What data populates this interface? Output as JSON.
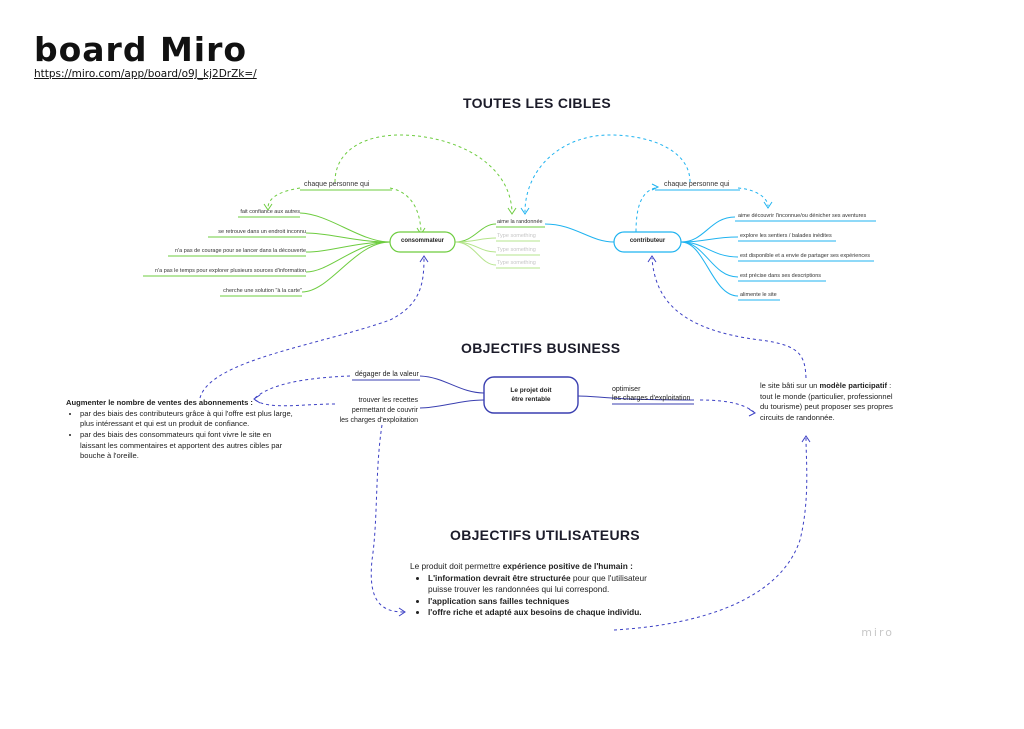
{
  "board": {
    "title": "board Miro",
    "url": "https://miro.com/app/board/o9J_kj2DrZk=/"
  },
  "sections": {
    "cibles": "TOUTES LES CIBLES",
    "business": "OBJECTIFS BUSINESS",
    "utilisateurs": "OBJECTIFS UTILISATEURS"
  },
  "cibles": {
    "chaque_left": "chaque personne qui",
    "chaque_right": "chaque personne qui",
    "consommateur": "consommateur",
    "contributeur": "contributeur",
    "consommateur_items": [
      "fait confiance aux autres",
      "se retrouve dans un endroit inconnu",
      "n'a pas de courage pour se lancer dans la découverte",
      "n'a pas le temps pour explorer plusieurs sources d'information",
      "cherche une solution \"à la carte\""
    ],
    "contributeur_items": [
      "aime découvrir l'inconnue/ou dénicher ses aventures",
      "explore les sentiers / balades inédites",
      "est disponible et a envie de partager ses expériences",
      "est précise dans ses descriptions",
      "alimente le site"
    ],
    "shared_items": [
      "aime la randonnée",
      "Type something",
      "Type something",
      "Type something"
    ]
  },
  "business": {
    "center": [
      "Le projet doit",
      "être rentable"
    ],
    "degager": "dégager de la valeur",
    "trouver": [
      "trouver les recettes",
      "permettant de couvrir",
      "les charges d'exploitation"
    ],
    "optimiser": [
      "optimiser",
      "les charges d'exploitation"
    ],
    "left_block": {
      "heading": "Augmenter le nombre de ventes des abonnements :",
      "bullets": [
        "par des biais des contributeurs grâce à qui l'offre est plus large, plus intéressant et qui est un produit de confiance.",
        "par des biais des consommateurs qui font vivre le site en laissant les  commentaires et apportent des autres cibles par bouche à l'oreille."
      ]
    },
    "right_block": {
      "prefix": "le site bâti sur un ",
      "bold": "modèle participatif",
      "suffix": " : tout le monde (particulier, professionnel du tourisme) peut proposer ses propres circuits de randonnée."
    }
  },
  "utilisateurs": {
    "intro_prefix": "Le produit doit permettre ",
    "intro_bold": "expérience positive de l'humain :",
    "bullets": [
      {
        "bold": "L'information devrait être structurée",
        "rest": " pour que l'utilisateur puisse trouver les randonnées qui lui correspond."
      },
      {
        "bold": "l'application sans failles techniques",
        "rest": ""
      },
      {
        "bold": "l'offre riche et adapté aux besoins de chaque individu.",
        "rest": ""
      }
    ]
  },
  "watermark": "miro",
  "colors": {
    "green": "#6dcc3f",
    "light_green": "#b5e48c",
    "blue": "#1fb3f0",
    "navy": "#3a3fb0",
    "dashed_blue": "#3b3fc4"
  }
}
